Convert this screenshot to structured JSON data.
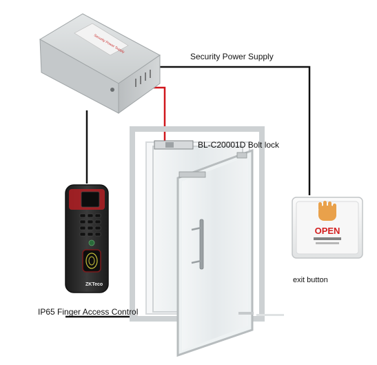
{
  "labels": {
    "power_supply": "Security Power Supply",
    "bolt_lock": "BL-C20001D Bolt lock",
    "exit_button": "exit button",
    "finger_access": "IP65 Finger Access Control"
  },
  "device_text": {
    "power_box": "Security Power Supply",
    "exit_open": "OPEN",
    "reader_brand": "ZKTeco"
  },
  "colors": {
    "wire_black": "#111111",
    "wire_red": "#d0161b",
    "door_frame": "#c9cdd0",
    "glass": "#e9eef0",
    "power_box": "#cfd3d5",
    "reader_body": "#2a2a2a",
    "reader_accent": "#b11f23",
    "open_text": "#d32020"
  },
  "icons": {
    "exit_button_hand": "hand-icon",
    "reader_fingerprint": "fingerprint-icon"
  }
}
